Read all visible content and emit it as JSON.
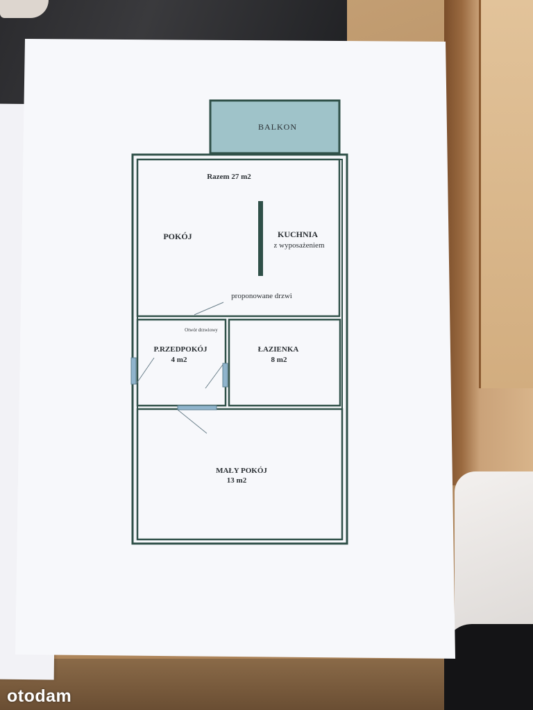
{
  "floor_plan": {
    "rooms": {
      "balcony": "BALKON",
      "total_area": "Razem    27 m2",
      "room": "POKÓJ",
      "kitchen": "KUCHNIA",
      "kitchen_note": "z wyposażeniem",
      "proposed_door": "proponowane drzwi",
      "door_opening": "Otwór drzwiowy",
      "hallway": "P.RZEDPOKÓJ",
      "hallway_area": "4 m2",
      "bathroom": "ŁAZIENKA",
      "bathroom_area": "8 m2",
      "small_room": "MAŁY  POKÓJ",
      "small_room_area": "13 m2"
    },
    "colors": {
      "walls": "#2f5048",
      "balcony_fill": "#9fc3c9",
      "door_fill": "#8fb4cc",
      "paper": "#f7f8fb"
    }
  },
  "watermark": {
    "text": "otodam"
  }
}
